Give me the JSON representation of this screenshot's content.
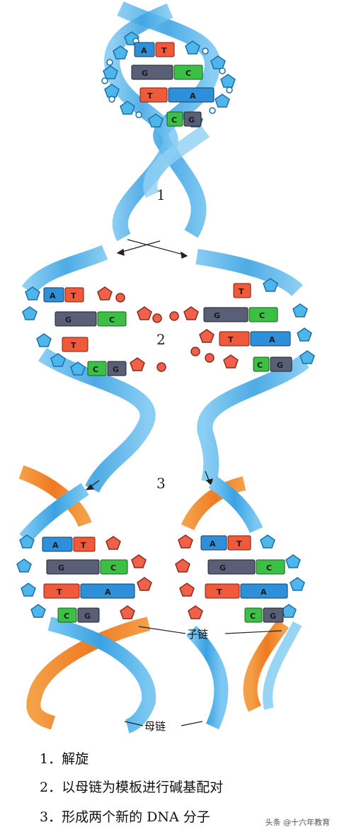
{
  "colors": {
    "strand_blue": "#4fb0e8",
    "strand_blue_light": "#9ad6f5",
    "strand_orange": "#f08a2a",
    "backbone_blue": "#4fb6ec",
    "backbone_red": "#f0604a",
    "base_A": "#2f8fd8",
    "base_T": "#f05a3a",
    "base_G": "#5a5f78",
    "base_C": "#3cbf45"
  },
  "steps": {
    "s1": "1",
    "s2": "2",
    "s3": "3"
  },
  "labels": {
    "daughter_strand": "子链",
    "parent_strand": "母链"
  },
  "captions": {
    "c1": "1．解旋",
    "c2": "2．以母链为模板进行碱基配对",
    "c3": "3．形成两个新的 DNA 分子"
  },
  "watermark": "头条 @十六年教育",
  "pairs": {
    "top": [
      [
        "A",
        "T"
      ],
      [
        "G",
        "C"
      ],
      [
        "T",
        "A"
      ],
      [
        "C",
        "G"
      ]
    ],
    "separating_left": [
      "A",
      "T",
      "G",
      "C",
      "T",
      "C",
      "G"
    ],
    "separating_right": [
      "T",
      "G",
      "C",
      "T",
      "A",
      "C",
      "G"
    ],
    "bottom_left": [
      [
        "A",
        "T"
      ],
      [
        "G",
        "C"
      ],
      [
        "T",
        "A"
      ],
      [
        "C",
        "G"
      ]
    ],
    "bottom_right": [
      [
        "A",
        "T"
      ],
      [
        "G",
        "C"
      ],
      [
        "T",
        "A"
      ],
      [
        "C",
        "G"
      ]
    ]
  }
}
